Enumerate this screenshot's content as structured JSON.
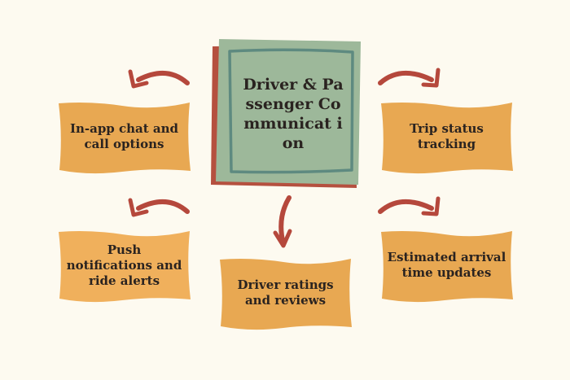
{
  "colors": {
    "background": "#fdfaf0",
    "center_fill": "#9db89a",
    "center_border": "#5e8a80",
    "center_shadow": "#b5503f",
    "box_fill": "#e8a852",
    "box_fill_alt": "#f0b05c",
    "arrow": "#b5483c",
    "text": "#2a2320"
  },
  "center": {
    "title": "Driver & Passenger Communicat ion"
  },
  "nodes": [
    {
      "id": "in-app-chat",
      "label": "In-app chat and call options"
    },
    {
      "id": "trip-status",
      "label": "Trip status tracking"
    },
    {
      "id": "push-notifications",
      "label": "Push notifications and ride alerts"
    },
    {
      "id": "estimated-arrival",
      "label": "Estimated arrival time updates"
    },
    {
      "id": "driver-ratings",
      "label": "Driver ratings and reviews"
    }
  ]
}
